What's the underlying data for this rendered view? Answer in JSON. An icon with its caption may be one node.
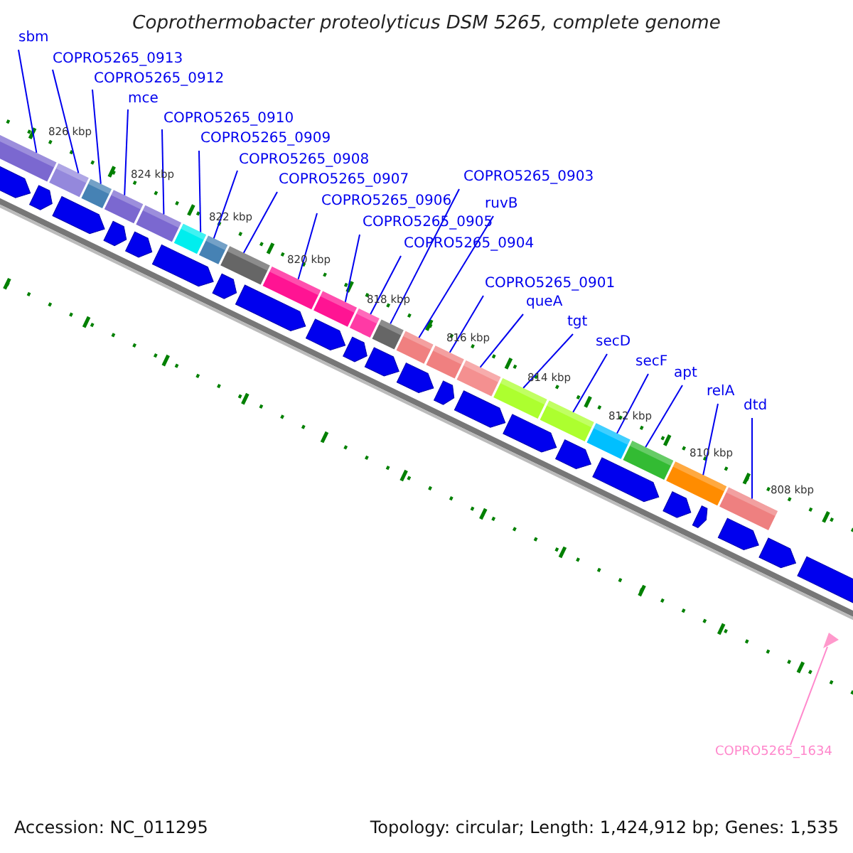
{
  "diagram": {
    "title": "Coprothermobacter proteolyticus DSM 5265, complete genome",
    "nodes": [
      {
        "text": [
          "sbm"
        ]
      },
      {
        "text": [
          "COPRO5265_0913"
        ]
      },
      {
        "text": [
          "COPRO5265_0912"
        ]
      },
      {
        "text": [
          "mce"
        ]
      },
      {
        "text": [
          "COPRO5265_0910"
        ]
      },
      {
        "text": [
          "COPRO5265_0909"
        ]
      },
      {
        "text": [
          "COPRO5265_0908"
        ]
      },
      {
        "text": [
          "COPRO5265_0907"
        ]
      },
      {
        "text": [
          "COPRO5265_0903"
        ]
      },
      {
        "text": [
          "COPRO5265_0906"
        ]
      },
      {
        "text": [
          "ruvB"
        ]
      },
      {
        "text": [
          "COPRO5265_0905"
        ]
      },
      {
        "text": [
          "COPRO5265_0904"
        ]
      },
      {
        "text": [
          "COPRO5265_0901"
        ]
      },
      {
        "text": [
          "queA"
        ]
      },
      {
        "text": [
          "tgt"
        ]
      },
      {
        "text": [
          "secD"
        ]
      },
      {
        "text": [
          "secF"
        ]
      },
      {
        "text": [
          "apt"
        ]
      },
      {
        "text": [
          "relA"
        ]
      },
      {
        "text": [
          "dtd"
        ]
      },
      {
        "text": [
          "COPRO5265_1634"
        ]
      },
      {
        "text": [],
        "shape": "bar"
      },
      {
        "text": [],
        "shape": "bar"
      },
      {
        "text": [],
        "shape": "bar"
      },
      {
        "text": [],
        "shape": "bar"
      },
      {
        "text": [],
        "shape": "bar"
      },
      {
        "text": [],
        "shape": "bar"
      },
      {
        "text": [],
        "shape": "bar"
      },
      {
        "text": [],
        "shape": "bar"
      },
      {
        "text": [],
        "shape": "bar"
      },
      {
        "text": [],
        "shape": "bar"
      },
      {
        "text": [],
        "shape": "bar"
      },
      {
        "text": [],
        "shape": "bar"
      },
      {
        "text": [],
        "shape": "bar"
      },
      {
        "text": [],
        "shape": "bar"
      },
      {
        "text": [],
        "shape": "bar"
      },
      {
        "text": [],
        "shape": "bar"
      },
      {
        "text": [],
        "shape": "bar"
      },
      {
        "text": [],
        "shape": "bar"
      },
      {
        "text": [],
        "shape": "bar"
      },
      {
        "text": [],
        "shape": "bar"
      },
      {
        "text": [],
        "shape": "bar"
      },
      {
        "text": [],
        "shape": "triangle"
      }
    ],
    "edges": [
      {
        "from": 0,
        "to": 22,
        "arrow": "none"
      },
      {
        "from": 1,
        "to": 23,
        "arrow": "none"
      },
      {
        "from": 2,
        "to": 24,
        "arrow": "none"
      },
      {
        "from": 3,
        "to": 25,
        "arrow": "none"
      },
      {
        "from": 4,
        "to": 26,
        "arrow": "none"
      },
      {
        "from": 5,
        "to": 27,
        "arrow": "none"
      },
      {
        "from": 6,
        "to": 28,
        "arrow": "none"
      },
      {
        "from": 7,
        "to": 29,
        "arrow": "none"
      },
      {
        "from": 8,
        "to": 33,
        "arrow": "none"
      },
      {
        "from": 9,
        "to": 30,
        "arrow": "none"
      },
      {
        "from": 10,
        "to": 34,
        "arrow": "none"
      },
      {
        "from": 11,
        "to": 31,
        "arrow": "none"
      },
      {
        "from": 12,
        "to": 32,
        "arrow": "none"
      },
      {
        "from": 13,
        "to": 35,
        "arrow": "none"
      },
      {
        "from": 14,
        "to": 36,
        "arrow": "none"
      },
      {
        "from": 15,
        "to": 37,
        "arrow": "none"
      },
      {
        "from": 16,
        "to": 38,
        "arrow": "none"
      },
      {
        "from": 17,
        "to": 39,
        "arrow": "none"
      },
      {
        "from": 18,
        "to": 40,
        "arrow": "none"
      },
      {
        "from": 19,
        "to": 41,
        "arrow": "none"
      },
      {
        "from": 20,
        "to": 42,
        "arrow": "none"
      },
      {
        "from": 21,
        "to": 43,
        "arrow": "none",
        "color": "#ff88cc"
      }
    ],
    "labels": [
      "826 kbp",
      "824 kbp",
      "822 kbp",
      "820 kbp",
      "818 kbp",
      "816 kbp",
      "814 kbp",
      "812 kbp",
      "810 kbp",
      "808 kbp",
      "Accession: NC_011295",
      "Topology: circular; Length: 1,424,912 bp; Genes: 1,535"
    ]
  }
}
